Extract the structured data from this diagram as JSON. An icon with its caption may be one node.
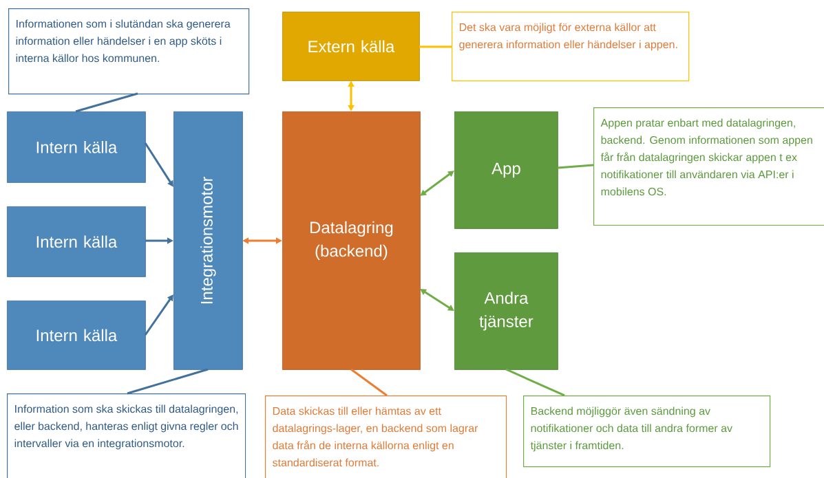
{
  "diagram": {
    "nodes": [
      {
        "text": [
          "Informationen som i slutändan ska generera information eller händelser i en app sköts i interna källor hos kommunen."
        ]
      },
      {
        "text": [
          "Intern källa"
        ]
      },
      {
        "text": [
          "Intern källa"
        ]
      },
      {
        "text": [
          "Intern källa"
        ]
      },
      {
        "text": [
          "Integrationsmotor"
        ]
      },
      {
        "text": [
          "Extern källa"
        ]
      },
      {
        "text": [
          "Det ska vara möjligt för externa källor att generera information eller händelser i appen."
        ]
      },
      {
        "text": [
          "Datalagring (backend)"
        ]
      },
      {
        "text": [
          "App"
        ]
      },
      {
        "text": [
          "Appen pratar enbart med datalagringen, backend. Genom informationen som appen får från datalagringen skickar appen t ex notifikationer till användaren via API:er i mobilens OS."
        ]
      },
      {
        "text": [
          "Andra tjänster"
        ]
      },
      {
        "text": [
          "Information som ska skickas till datalagringen, eller backend, hanteras enligt givna regler och intervaller via en integrationsmotor."
        ]
      },
      {
        "text": [
          "Data skickas till eller hämtas av ett datalagrings-lager, en backend som lagrar data från de interna källorna enligt en standardiserat format."
        ]
      },
      {
        "text": [
          "Backend möjliggör även sändning av notifikationer och data till andra former av tjänster i framtiden."
        ]
      }
    ],
    "edges": [
      {
        "from": 1,
        "to": 4,
        "arrow": "to"
      },
      {
        "from": 2,
        "to": 4,
        "arrow": "to"
      },
      {
        "from": 3,
        "to": 4,
        "arrow": "to"
      },
      {
        "from": 4,
        "to": 7,
        "arrow": "both",
        "color": "#ed7d31"
      },
      {
        "from": 5,
        "to": 7,
        "arrow": "both",
        "color": "#ffc000"
      },
      {
        "from": 7,
        "to": 8,
        "arrow": "both",
        "color": "#70ad47"
      },
      {
        "from": 7,
        "to": 10,
        "arrow": "both",
        "color": "#70ad47"
      },
      {
        "from": 0,
        "to": 1,
        "arrow": "none"
      },
      {
        "from": 6,
        "to": 5,
        "arrow": "none",
        "color": "#ffc000"
      },
      {
        "from": 9,
        "to": 8,
        "arrow": "none",
        "color": "#70ad47"
      },
      {
        "from": 11,
        "to": 4,
        "arrow": "none"
      },
      {
        "from": 12,
        "to": 7,
        "arrow": "none",
        "color": "#ed7d31"
      },
      {
        "from": 13,
        "to": 10,
        "arrow": "none",
        "color": "#70ad47"
      }
    ]
  }
}
